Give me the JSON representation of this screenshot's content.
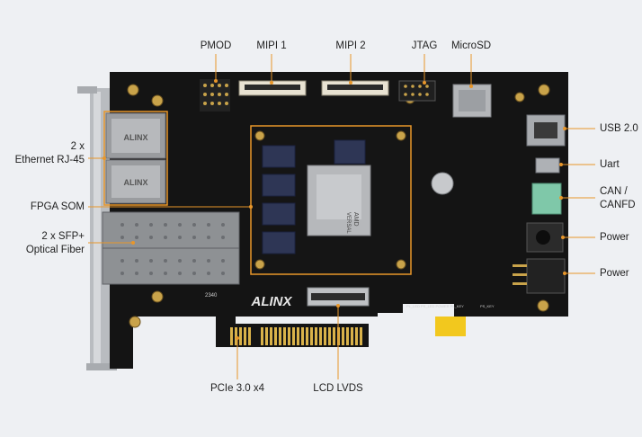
{
  "labels": {
    "pmod": "PMOD",
    "mipi1": "MIPI 1",
    "mipi2": "MIPI 2",
    "jtag": "JTAG",
    "microsd": "MicroSD",
    "usb": "USB 2.0",
    "uart": "Uart",
    "can_line1": "CAN /",
    "can_line2": "CANFD",
    "power1": "Power",
    "power2": "Power",
    "eth_line1": "2 x",
    "eth_line2": "Ethernet RJ-45",
    "fpga": "FPGA SOM",
    "sfp_line1": "2 x SFP+",
    "sfp_line2": "Optical Fiber",
    "pcie": "PCIe 3.0 x4",
    "lvds": "LCD LVDS"
  },
  "board_marks": {
    "brand": "ALINX",
    "chip_vendor": "AMD",
    "chip_family": "VERSAL",
    "rj45_brand_1": "ALINX",
    "rj45_brand_2": "ALINX",
    "silk_2340": "2340",
    "silk_leds": "PL_LED PS_LED POWER PL_KEY",
    "silk_pskey": "PS_KEY"
  },
  "colors": {
    "background": "#eef0f3",
    "pcb": "#141414",
    "highlight": "#e8962a",
    "callout_line": "#e8962a",
    "gold": "#d9b24a",
    "bracket": "#b9bcc0",
    "terminal_green": "#7fc8a9"
  }
}
